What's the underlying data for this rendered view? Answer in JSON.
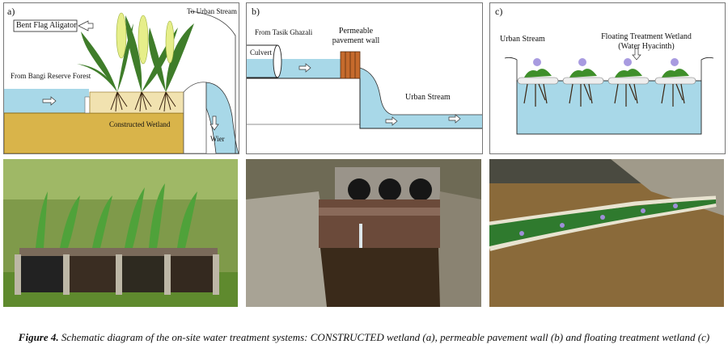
{
  "panel_a": {
    "tag": "a)",
    "bent_flag": "Bent Flag Aligator",
    "to_urban": "To Urban Stream",
    "from_forest": "From Bangi Reserve Forest",
    "constructed": "Constructed Wetland",
    "wier": "Wier"
  },
  "panel_b": {
    "tag": "b)",
    "from_tasik": "From Tasik Ghazali",
    "culvert": "Culvert",
    "permeable": "Permeable pavement wall",
    "urban": "Urban Stream"
  },
  "panel_c": {
    "tag": "c)",
    "urban": "Urban Stream",
    "ftw": "Floating Treatment Wetland (Water Hyacinth)"
  },
  "caption": {
    "label": "Figure 4.",
    "text": "Schematic diagram of the on-site water treatment systems: CONSTRUCTED wetland (a), permeable pavement wall (b) and floating treatment wetland (c)"
  }
}
